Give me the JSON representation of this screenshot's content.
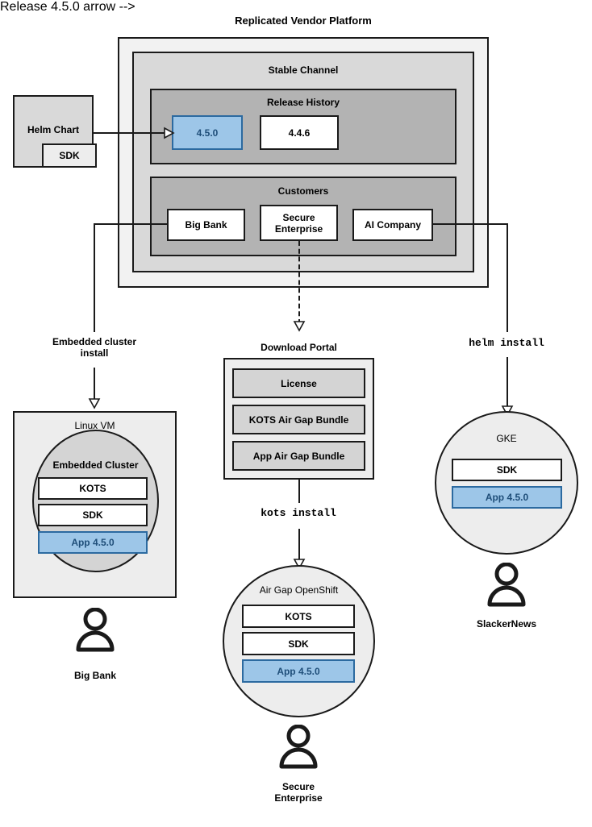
{
  "diagram": {
    "title": "Replicated Vendor Platform",
    "platform": {
      "channel_title": "Stable Channel",
      "release_history": {
        "title": "Release History",
        "releases": [
          {
            "version": "4.5.0",
            "state": "highlighted"
          },
          {
            "version": "4.4.6",
            "state": "normal"
          }
        ]
      },
      "customers": {
        "title": "Customers",
        "items": [
          {
            "name": "Big Bank"
          },
          {
            "name": "Secure\nEnterprise"
          },
          {
            "name": "AI Company"
          }
        ]
      }
    },
    "source": {
      "title": "Helm Chart",
      "sub": "SDK"
    },
    "flows": [
      {
        "label": "Embedded cluster\ninstall",
        "style": "plain"
      },
      {
        "label": "kots install",
        "style": "mono"
      },
      {
        "label": "helm install",
        "style": "mono"
      }
    ],
    "download_portal": {
      "title": "Download Portal",
      "artifacts": [
        "License",
        "KOTS Air Gap Bundle",
        "App Air Gap Bundle"
      ]
    },
    "targets": [
      {
        "name": "Linux VM",
        "inner_name": "Embedded Cluster",
        "components": [
          {
            "label": "KOTS",
            "state": "normal"
          },
          {
            "label": "SDK",
            "state": "normal"
          },
          {
            "label": "App 4.5.0",
            "state": "highlighted"
          }
        ],
        "actor": "Big Bank"
      },
      {
        "name": "Air Gap OpenShift",
        "components": [
          {
            "label": "KOTS",
            "state": "normal"
          },
          {
            "label": "SDK",
            "state": "normal"
          },
          {
            "label": "App 4.5.0",
            "state": "highlighted"
          }
        ],
        "actor": "Secure\nEnterprise"
      },
      {
        "name": "GKE",
        "components": [
          {
            "label": "SDK",
            "state": "normal"
          },
          {
            "label": "App 4.5.0",
            "state": "highlighted"
          }
        ],
        "actor": "SlackerNews"
      }
    ],
    "colors": {
      "highlight_fill": "#9dc6e8",
      "highlight_border": "#2c6aa0",
      "highlight_text": "#1f4e79",
      "platform_fill": "#f2f2f2",
      "channel_fill": "#d9d9d9",
      "section_fill": "#b3b3b3",
      "artifact_fill": "#d4d4d4",
      "stroke": "#1a1a1a"
    }
  }
}
